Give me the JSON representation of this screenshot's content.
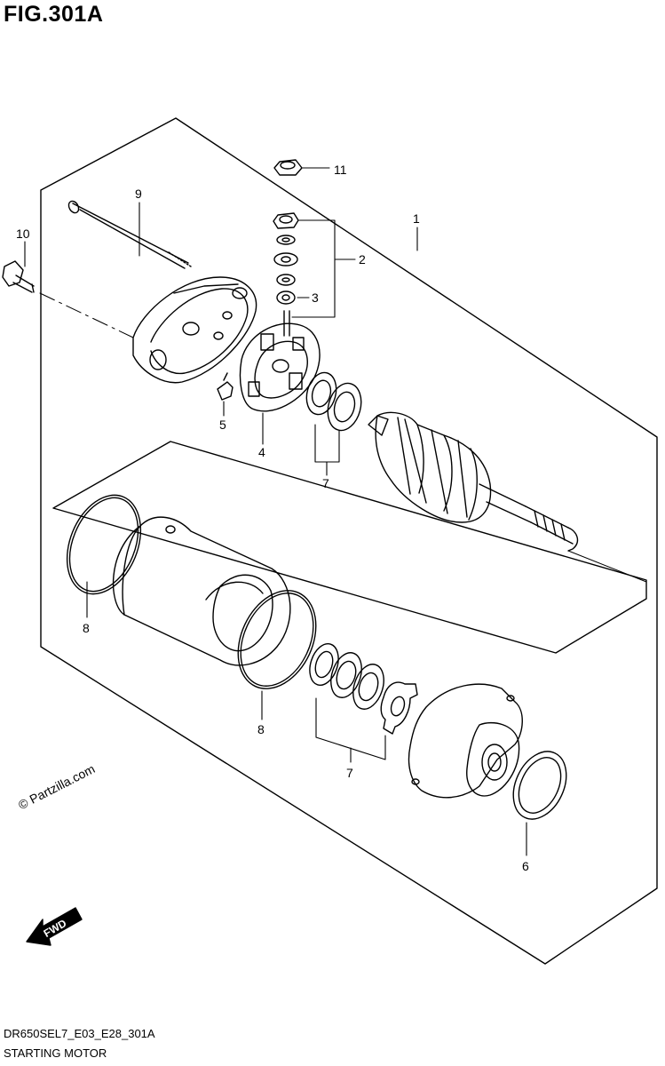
{
  "figure": {
    "title": "FIG.301A",
    "code": "DR650SEL7_E03_E28_301A",
    "name": "STARTING MOTOR",
    "watermark": "© Partzilla.com",
    "direction_label": "FWD"
  },
  "callouts": [
    {
      "id": "1",
      "text": "1"
    },
    {
      "id": "2",
      "text": "2"
    },
    {
      "id": "3",
      "text": "3"
    },
    {
      "id": "4",
      "text": "4"
    },
    {
      "id": "5",
      "text": "5"
    },
    {
      "id": "6",
      "text": "6"
    },
    {
      "id": "7a",
      "text": "7"
    },
    {
      "id": "7b",
      "text": "7"
    },
    {
      "id": "8a",
      "text": "8"
    },
    {
      "id": "8b",
      "text": "8"
    },
    {
      "id": "9",
      "text": "9"
    },
    {
      "id": "10",
      "text": "10"
    },
    {
      "id": "11",
      "text": "11"
    }
  ]
}
